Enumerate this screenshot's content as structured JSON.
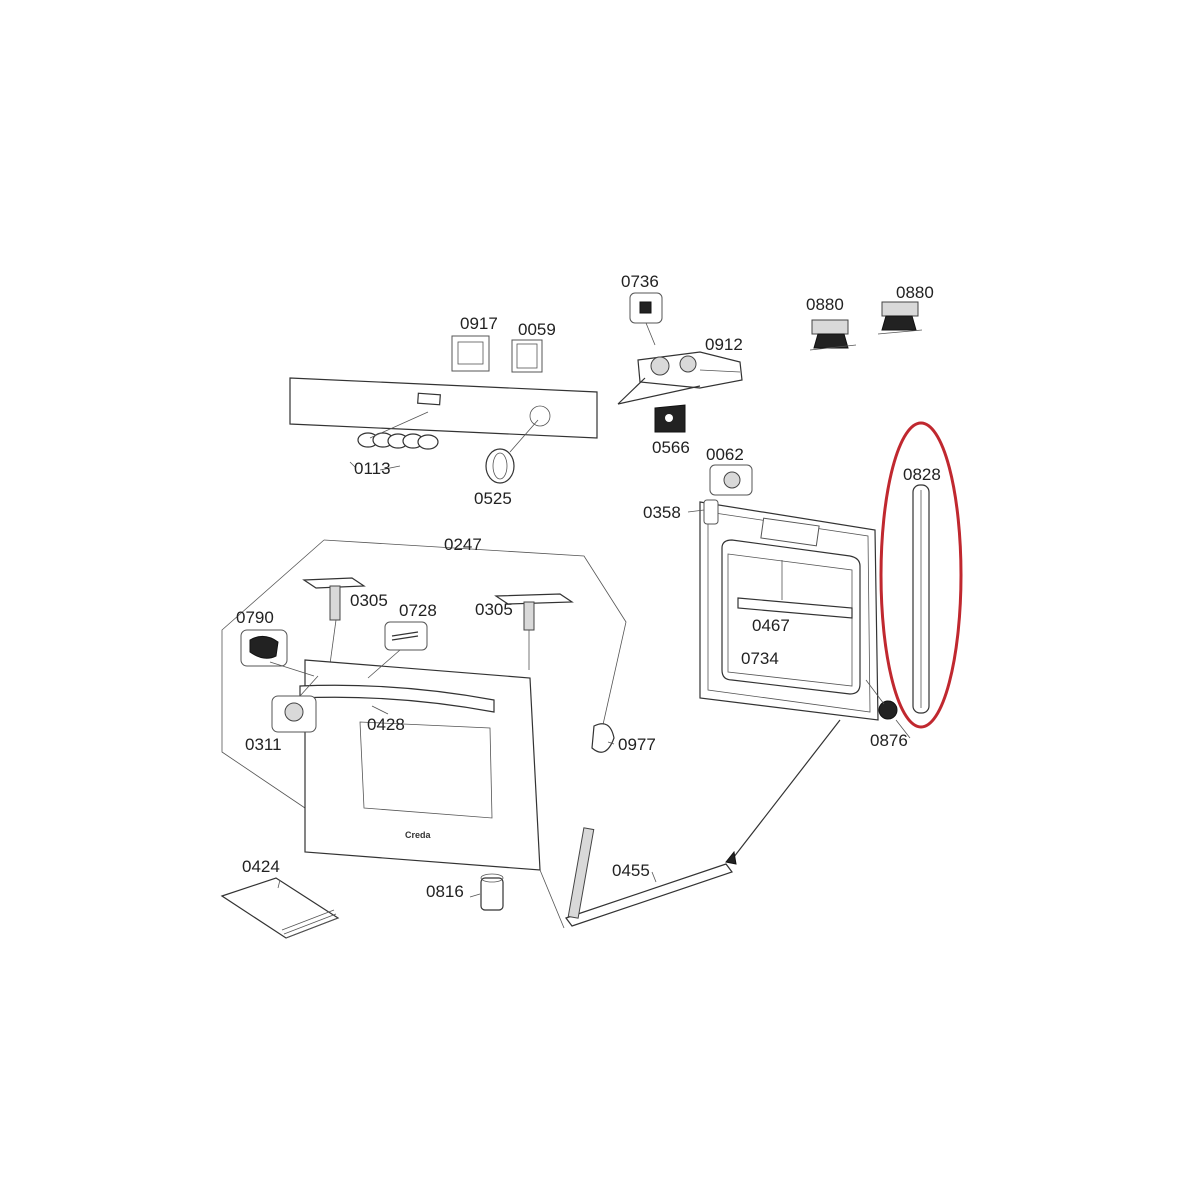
{
  "diagram": {
    "brand_text": "Creda",
    "highlight_color": "#c0282f",
    "labels": {
      "p0736": "0736",
      "p0880a": "0880",
      "p0880b": "0880",
      "p0917": "0917",
      "p0059": "0059",
      "p0912": "0912",
      "p0566": "0566",
      "p0113": "0113",
      "p0525": "0525",
      "p0062": "0062",
      "p0828": "0828",
      "p0358": "0358",
      "p0247": "0247",
      "p0305a": "0305",
      "p0305b": "0305",
      "p0728": "0728",
      "p0790": "0790",
      "p0467": "0467",
      "p0734": "0734",
      "p0428": "0428",
      "p0311": "0311",
      "p0977": "0977",
      "p0876": "0876",
      "p0424": "0424",
      "p0816": "0816",
      "p0455": "0455"
    }
  }
}
